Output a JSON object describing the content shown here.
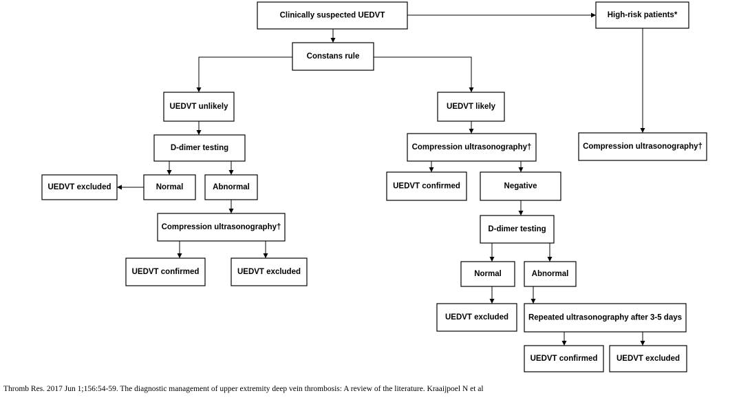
{
  "nodes": {
    "clinically_suspected": "Clinically suspected UEDVT",
    "high_risk": "High-risk patients*",
    "constans_rule": "Constans rule",
    "uedvt_unlikely": "UEDVT unlikely",
    "uedvt_likely": "UEDVT likely",
    "cus_high_risk": "Compression ultrasonography†",
    "ddimer_left": "D-dimer testing",
    "cus_likely": "Compression ultrasonography†",
    "excluded_left": "UEDVT excluded",
    "normal_left": "Normal",
    "abnormal_left": "Abnormal",
    "confirmed_likely": "UEDVT confirmed",
    "negative": "Negative",
    "cus_left": "Compression ultrasonography†",
    "ddimer_right": "D-dimer testing",
    "confirmed_left": "UEDVT confirmed",
    "excluded_left2": "UEDVT excluded",
    "normal_right": "Normal",
    "abnormal_right": "Abnormal",
    "excluded_right": "UEDVT excluded",
    "repeated_us": "Repeated ultrasonography after 3-5 days",
    "confirmed_final": "UEDVT confirmed",
    "excluded_final": "UEDVT excluded"
  },
  "edges": [
    [
      "clinically_suspected",
      "constans_rule"
    ],
    [
      "clinically_suspected",
      "high_risk"
    ],
    [
      "constans_rule",
      "uedvt_unlikely"
    ],
    [
      "constans_rule",
      "uedvt_likely"
    ],
    [
      "high_risk",
      "cus_high_risk"
    ],
    [
      "uedvt_unlikely",
      "ddimer_left"
    ],
    [
      "ddimer_left",
      "normal_left"
    ],
    [
      "ddimer_left",
      "abnormal_left"
    ],
    [
      "normal_left",
      "excluded_left"
    ],
    [
      "abnormal_left",
      "cus_left"
    ],
    [
      "cus_left",
      "confirmed_left"
    ],
    [
      "cus_left",
      "excluded_left2"
    ],
    [
      "uedvt_likely",
      "cus_likely"
    ],
    [
      "cus_likely",
      "confirmed_likely"
    ],
    [
      "cus_likely",
      "negative"
    ],
    [
      "negative",
      "ddimer_right"
    ],
    [
      "ddimer_right",
      "normal_right"
    ],
    [
      "ddimer_right",
      "abnormal_right"
    ],
    [
      "normal_right",
      "excluded_right"
    ],
    [
      "abnormal_right",
      "repeated_us"
    ],
    [
      "repeated_us",
      "confirmed_final"
    ],
    [
      "repeated_us",
      "excluded_final"
    ]
  ],
  "citation": "Thromb Res. 2017 Jun 1;156:54-59. The diagnostic management of upper extremity deep vein thrombosis: A review of the literature. Kraaijpoel N et al"
}
